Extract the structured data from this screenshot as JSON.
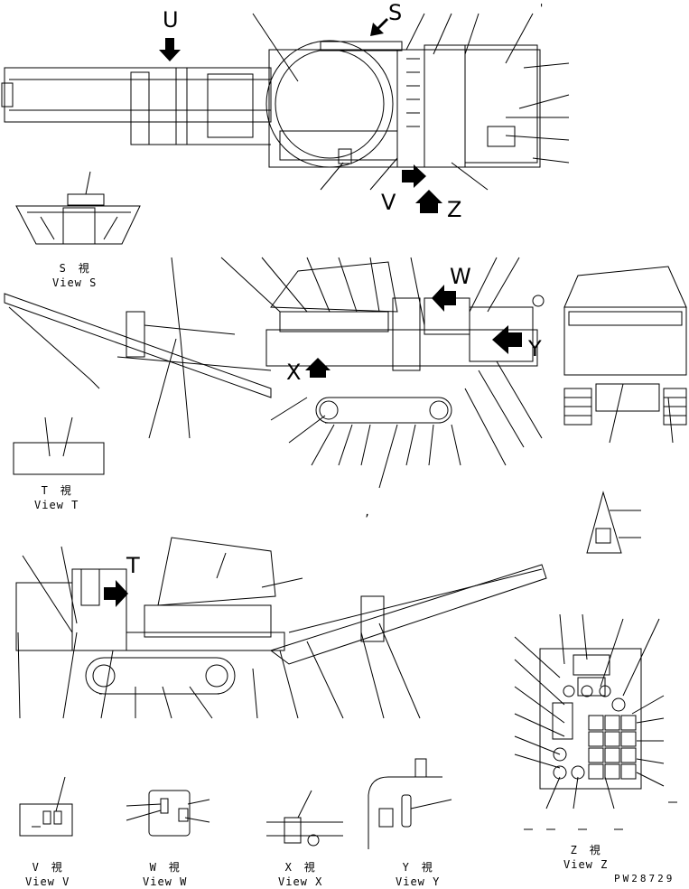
{
  "top_view": {
    "arrow_u": "U",
    "arrow_s": "S",
    "arrow_v": "V",
    "arrow_z": "Z",
    "tick": "'"
  },
  "side_view": {
    "arrow_w": "W",
    "arrow_y": "Y",
    "arrow_x": "X",
    "tick": ","
  },
  "rear_view": {
    "arrow_t": "T"
  },
  "views": {
    "s": {
      "jp": "S　視",
      "en": "View S"
    },
    "t": {
      "jp": "T　視",
      "en": "View T"
    },
    "v": {
      "jp": "V　視",
      "en": "View V"
    },
    "w": {
      "jp": "W　視",
      "en": "View W"
    },
    "x": {
      "jp": "X　視",
      "en": "View X"
    },
    "y": {
      "jp": "Y　視",
      "en": "View Y"
    },
    "z": {
      "jp": "Z　視",
      "en": "View Z"
    }
  },
  "drawing_code": "PW28729"
}
